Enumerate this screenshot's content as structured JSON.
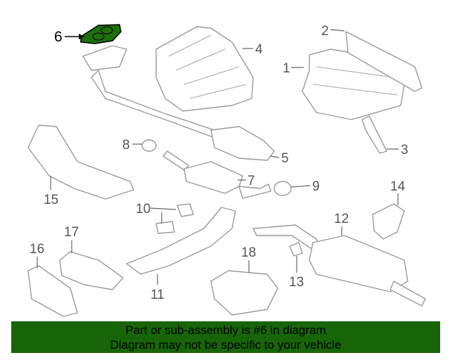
{
  "diagram": {
    "highlight_color": "#1f6f0c",
    "callouts": [
      "1",
      "2",
      "3",
      "4",
      "5",
      "6",
      "7",
      "8",
      "9",
      "10",
      "11",
      "12",
      "13",
      "14",
      "15",
      "16",
      "17",
      "18"
    ]
  },
  "banner": {
    "line1": "Part or sub-assembly is #6 in diagram",
    "line2": "Diagram may not be specific to your vehicle",
    "color": "#176508"
  }
}
